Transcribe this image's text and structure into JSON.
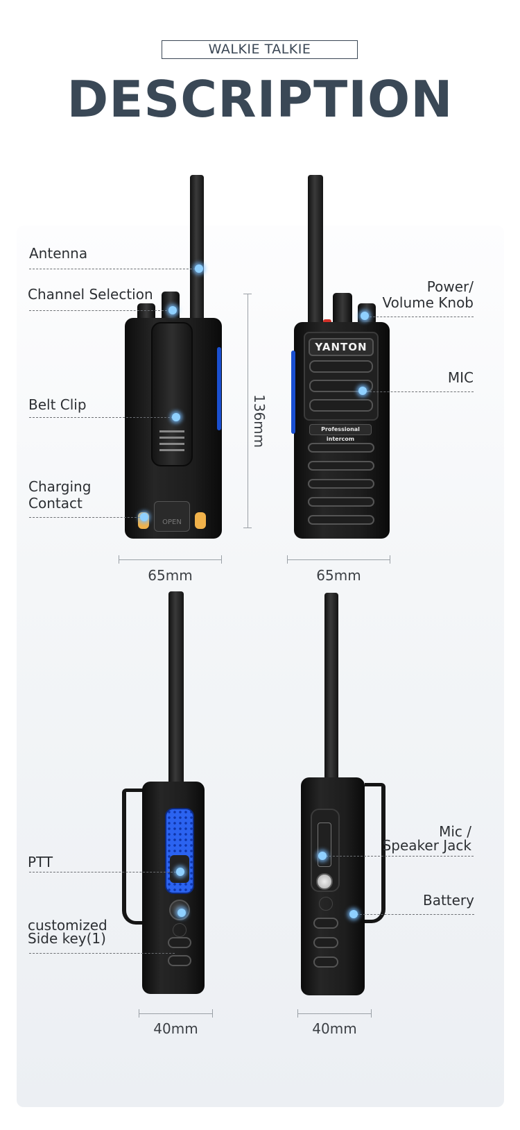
{
  "header": {
    "subtitle": "WALKIE TALKIE",
    "title": "DESCRIPTION"
  },
  "device": {
    "brand": "YANTON",
    "tagline": "Professional intercom",
    "battery_latch": "OPEN"
  },
  "callouts": {
    "back_view": [
      {
        "label": "Antenna"
      },
      {
        "label": "Channel Selection"
      },
      {
        "label": "Belt Clip"
      },
      {
        "label": "Charging Contact"
      }
    ],
    "front_view": [
      {
        "label": "Power/ Volume Knob"
      },
      {
        "label": "MIC"
      }
    ],
    "left_side_view": [
      {
        "label": "PTT"
      },
      {
        "label": "customized Side key(1)"
      }
    ],
    "right_side_view": [
      {
        "label": "Mic / Speaker Jack"
      },
      {
        "label": "Battery"
      }
    ]
  },
  "labels": {
    "antenna": "Antenna",
    "channel": "Channel Selection",
    "belt_clip": "Belt Clip",
    "charging_l1": "Charging",
    "charging_l2": "Contact",
    "power_l1": "Power/",
    "power_l2": "Volume Knob",
    "mic": "MIC",
    "ptt": "PTT",
    "sidekey_l1": "customized",
    "sidekey_l2": "Side key(1)",
    "jack_l1": "Mic /",
    "jack_l2": "Speaker Jack",
    "battery": "Battery"
  },
  "dimensions": {
    "height": "136mm",
    "width_back": "65mm",
    "width_front": "65mm",
    "depth_left": "40mm",
    "depth_right": "40mm"
  },
  "colors": {
    "title": "#3a4856",
    "accent_blue": "#2b63f0",
    "highlight_dot": "#8fd0ff",
    "charging_contact": "#f1b24a"
  }
}
